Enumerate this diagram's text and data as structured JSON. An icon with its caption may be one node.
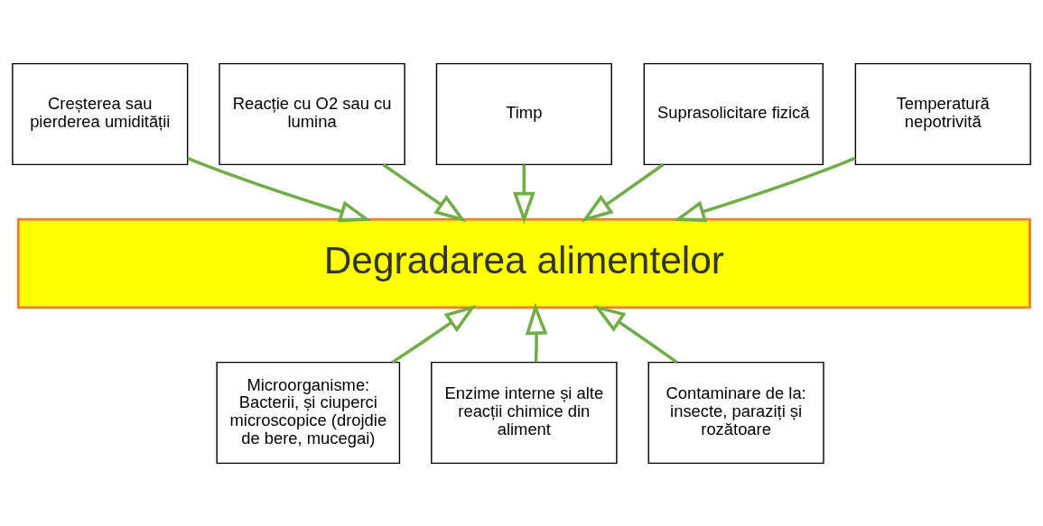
{
  "diagram": {
    "nodes": [
      {
        "text": [
          "Creșterea sau pierderea umidității"
        ]
      },
      {
        "text": [
          "Reacție cu O2 sau cu lumina"
        ]
      },
      {
        "text": [
          "Timp"
        ]
      },
      {
        "text": [
          "Suprasolicitare fizică"
        ]
      },
      {
        "text": [
          "Temperatură nepotrivită"
        ]
      },
      {
        "text": [
          "Degradarea alimentelor"
        ]
      },
      {
        "text": [
          "Microorganisme: Bacterii, și ciuperci microscopice (drojdie de bere, mucegai)"
        ]
      },
      {
        "text": [
          "Enzime interne și alte reacții chimice din aliment"
        ]
      },
      {
        "text": [
          "Contaminare de la: insecte, paraziți și rozătoare"
        ]
      }
    ],
    "edges": [
      {
        "from": 0,
        "to": 5,
        "arrow": "to"
      },
      {
        "from": 1,
        "to": 5,
        "arrow": "to"
      },
      {
        "from": 2,
        "to": 5,
        "arrow": "to"
      },
      {
        "from": 3,
        "to": 5,
        "arrow": "to"
      },
      {
        "from": 4,
        "to": 5,
        "arrow": "to"
      },
      {
        "from": 6,
        "to": 5,
        "arrow": "to"
      },
      {
        "from": 7,
        "to": 5,
        "arrow": "to"
      },
      {
        "from": 8,
        "to": 5,
        "arrow": "to"
      }
    ]
  }
}
